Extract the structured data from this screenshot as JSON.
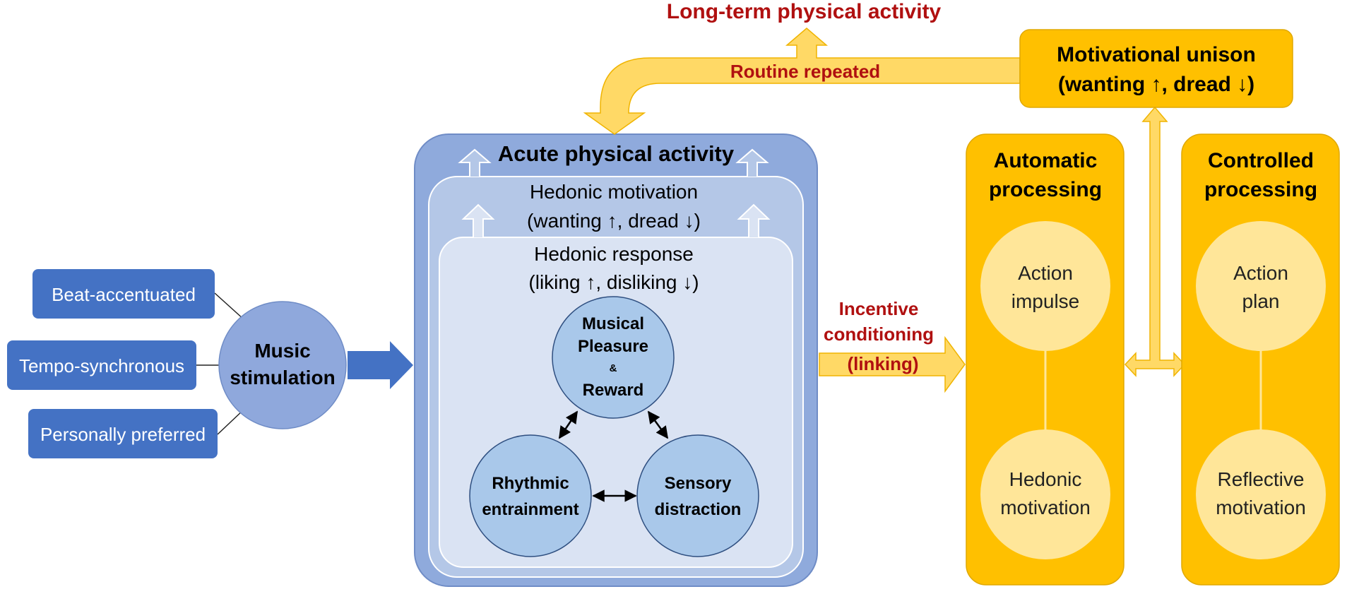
{
  "inputs": {
    "beat": "Beat-accentuated",
    "tempo": "Tempo-synchronous",
    "preferred": "Personally preferred"
  },
  "music": {
    "line1": "Music",
    "line2": "stimulation"
  },
  "acute": {
    "title": "Acute physical activity",
    "motivation_line1": "Hedonic motivation",
    "motivation_line2": "(wanting ↑, dread ↓)",
    "response_line1": "Hedonic response",
    "response_line2": "(liking ↑, disliking ↓)",
    "pleasure_line1": "Musical",
    "pleasure_line2": "Pleasure",
    "pleasure_amp": "&",
    "pleasure_line3": "Reward",
    "rhythmic_line1": "Rhythmic",
    "rhythmic_line2": "entrainment",
    "sensory_line1": "Sensory",
    "sensory_line2": "distraction"
  },
  "incentive": {
    "line1": "Incentive",
    "line2": "conditioning",
    "line3": "(linking)"
  },
  "automatic": {
    "title_line1": "Automatic",
    "title_line2": "processing",
    "top_line1": "Action",
    "top_line2": "impulse",
    "bottom_line1": "Hedonic",
    "bottom_line2": "motivation"
  },
  "controlled": {
    "title_line1": "Controlled",
    "title_line2": "processing",
    "top_line1": "Action",
    "top_line2": "plan",
    "bottom_line1": "Reflective",
    "bottom_line2": "motivation"
  },
  "unison": {
    "line1": "Motivational unison",
    "line2": "(wanting ↑, dread ↓)"
  },
  "routine": "Routine repeated",
  "longterm": "Long-term physical activity",
  "colors": {
    "input_blue": "#4472c4",
    "music_circle": "#8fa8dc",
    "outer_box": "#8faadc",
    "mid_box": "#b4c7e7",
    "inner_box": "#dae3f3",
    "circle_blue": "#a9c8ea",
    "orange": "#ffc000",
    "pale_yellow": "#ffe699",
    "arrow_yellow": "#ffd966",
    "red_text": "#b01010"
  }
}
